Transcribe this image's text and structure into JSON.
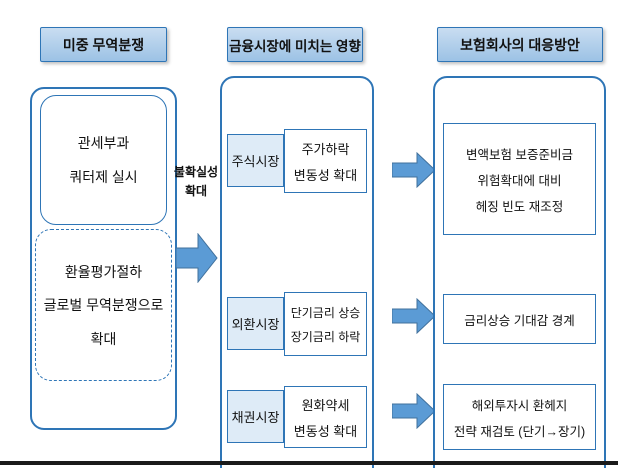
{
  "colors": {
    "header_fill_top": "#c9ddf1",
    "header_fill_bottom": "#9cc2e5",
    "box_border": "#2e75b6",
    "label_fill": "#deebf7",
    "arrow_fill": "#5b9bd5",
    "arrow_stroke": "#41719c",
    "text": "#111111",
    "bottom_line": "#1a1a1a"
  },
  "columns": [
    {
      "header": "미중 무역분쟁",
      "boxes": [
        {
          "lines": [
            "관세부과",
            "쿼터제 실시"
          ]
        },
        {
          "lines": [
            "환율평가절하",
            "글로벌 무역분쟁으로",
            "확대"
          ]
        }
      ]
    },
    {
      "header": "금융시장에 미치는 영향",
      "rows": [
        {
          "label": "주식시장",
          "lines": [
            "주가하락",
            "변동성 확대"
          ]
        },
        {
          "label": "외환시장",
          "lines": [
            "단기금리 상승",
            "장기금리 하락"
          ]
        },
        {
          "label": "채권시장",
          "lines": [
            "원화약세",
            "변동성 확대"
          ]
        }
      ]
    },
    {
      "header": "보험회사의 대응방안",
      "boxes": [
        {
          "lines": [
            "변액보험 보증준비금",
            "위험확대에 대비",
            "헤징 빈도 재조정"
          ]
        },
        {
          "lines": [
            "금리상승 기대감 경계"
          ]
        },
        {
          "lines": [
            "해외투자시 환헤지",
            "전략 재검토 (단기→장기)"
          ]
        }
      ]
    }
  ],
  "connector": {
    "label_lines": [
      "불확실성",
      "확대"
    ]
  }
}
